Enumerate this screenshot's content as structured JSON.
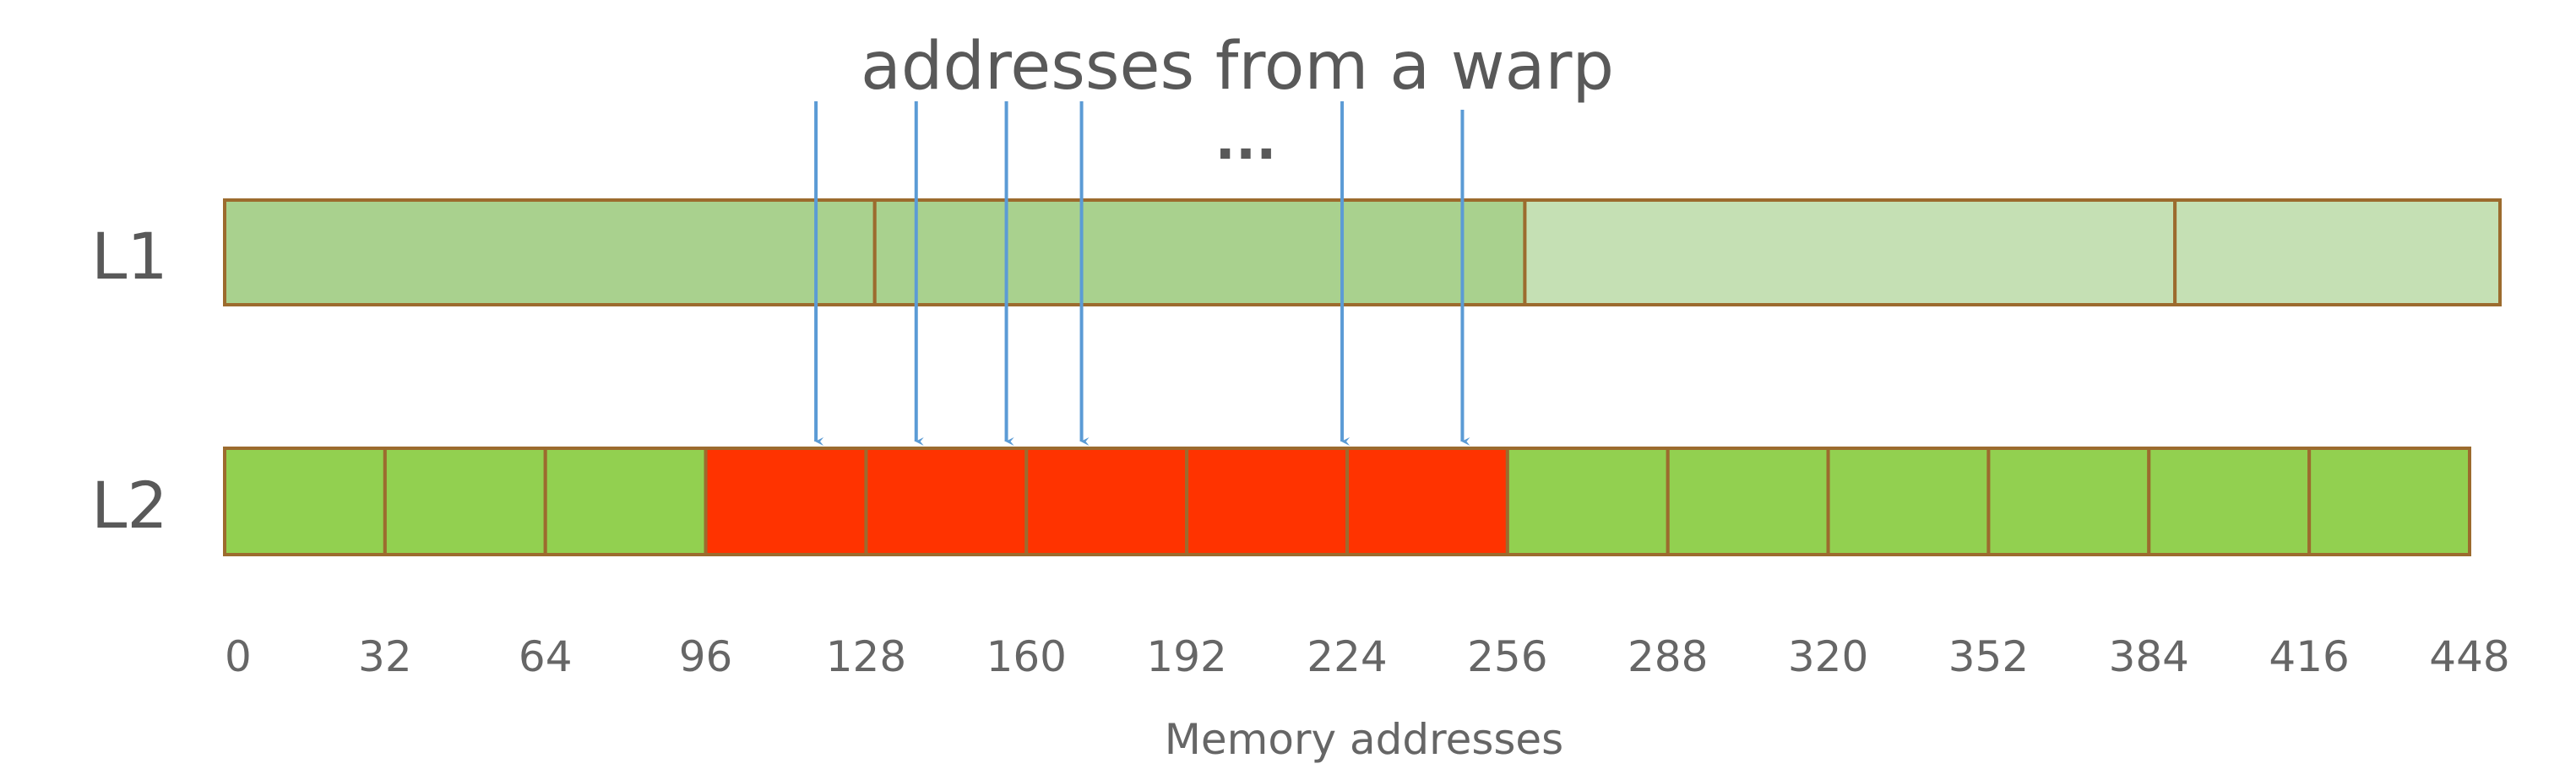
{
  "title": "addresses from a warp",
  "ellipsis": "...",
  "axis_title": "Memory addresses",
  "rows": [
    {
      "label": "L1"
    },
    {
      "label": "L2"
    }
  ],
  "tick_labels": [
    "0",
    "32",
    "64",
    "96",
    "128",
    "160",
    "192",
    "224",
    "256",
    "288",
    "320",
    "352",
    "384",
    "416",
    "448"
  ],
  "l1_segments": [
    {
      "start": 0,
      "end": 128,
      "state": "accessed",
      "color": "#a9d18e"
    },
    {
      "start": 128,
      "end": 256,
      "state": "accessed",
      "color": "#a9d18e"
    },
    {
      "start": 256,
      "end": 384,
      "state": "idle",
      "color": "#c5e0b4"
    },
    {
      "start": 384,
      "end": 448,
      "state": "idle",
      "color": "#c5e0b4"
    }
  ],
  "l2_segments": [
    {
      "start": 0,
      "end": 32,
      "state": "idle",
      "color": "#92d050"
    },
    {
      "start": 32,
      "end": 64,
      "state": "idle",
      "color": "#92d050"
    },
    {
      "start": 64,
      "end": 96,
      "state": "idle",
      "color": "#92d050"
    },
    {
      "start": 96,
      "end": 128,
      "state": "accessed",
      "color": "#ff3300"
    },
    {
      "start": 128,
      "end": 160,
      "state": "accessed",
      "color": "#ff3300"
    },
    {
      "start": 160,
      "end": 192,
      "state": "accessed",
      "color": "#ff3300"
    },
    {
      "start": 192,
      "end": 224,
      "state": "accessed",
      "color": "#ff3300"
    },
    {
      "start": 224,
      "end": 256,
      "state": "accessed",
      "color": "#ff3300"
    },
    {
      "start": 256,
      "end": 288,
      "state": "idle",
      "color": "#92d050"
    },
    {
      "start": 288,
      "end": 320,
      "state": "idle",
      "color": "#92d050"
    },
    {
      "start": 320,
      "end": 352,
      "state": "idle",
      "color": "#92d050"
    },
    {
      "start": 352,
      "end": 384,
      "state": "idle",
      "color": "#92d050"
    },
    {
      "start": 384,
      "end": 416,
      "state": "idle",
      "color": "#92d050"
    },
    {
      "start": 416,
      "end": 448,
      "state": "idle",
      "color": "#92d050"
    }
  ],
  "warp_addresses": [
    118,
    138,
    156,
    171,
    223,
    247
  ],
  "colors": {
    "cell_border": "#9c6b2e",
    "arrow": "#5b9bd5"
  }
}
